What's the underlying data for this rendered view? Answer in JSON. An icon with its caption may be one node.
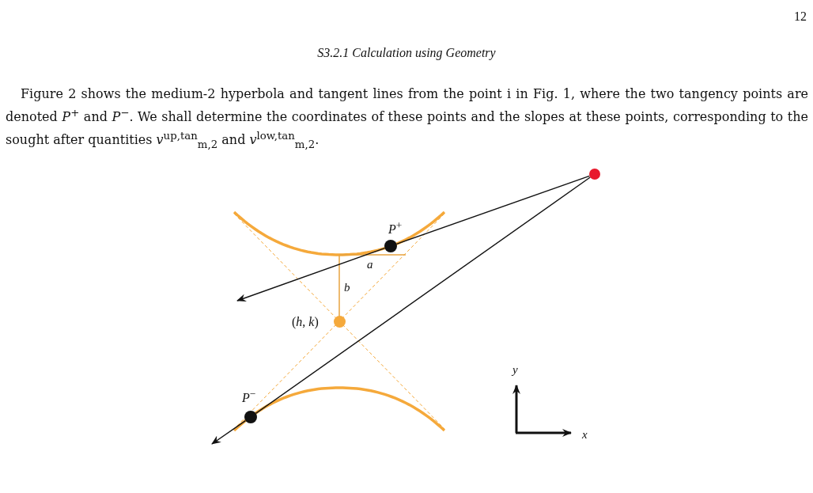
{
  "diagram": {
    "title": "S3.2.1 Calculation using Geometry",
    "nodes": [
      {
        "text": [],
        "shape": "circle"
      },
      {
        "text": [],
        "shape": "circle",
        "beside": [
          "*P*$^{+}$"
        ]
      },
      {
        "text": [],
        "shape": "circle",
        "beside": [
          "(*h*, *k*)"
        ]
      },
      {
        "text": [],
        "shape": "circle",
        "beside": [
          "*P*$^{−}$"
        ]
      }
    ],
    "edges": [
      {
        "from": 0,
        "to": 1,
        "arrow": "none"
      },
      {
        "from": 1,
        "to": null,
        "arrow": "to"
      },
      {
        "from": 0,
        "to": 3,
        "arrow": "none"
      },
      {
        "from": 3,
        "to": null,
        "arrow": "to"
      }
    ],
    "labels": [
      "12",
      "Figure 2 shows the medium-2 hyperbola and tangent lines from the point i in Fig. 1, where the two tangency points are denoted *P*$^{+}$ and *P*$^{−}$. We shall determine the coordinates of these points and the slopes at these points, corresponding to the sought after quantities *v*$^{up,tan}$$_{m,2}$ and *v*$^{low,tan}$$_{m,2}$.",
      "*a*",
      "*b*",
      "*y*",
      "*x*"
    ]
  }
}
